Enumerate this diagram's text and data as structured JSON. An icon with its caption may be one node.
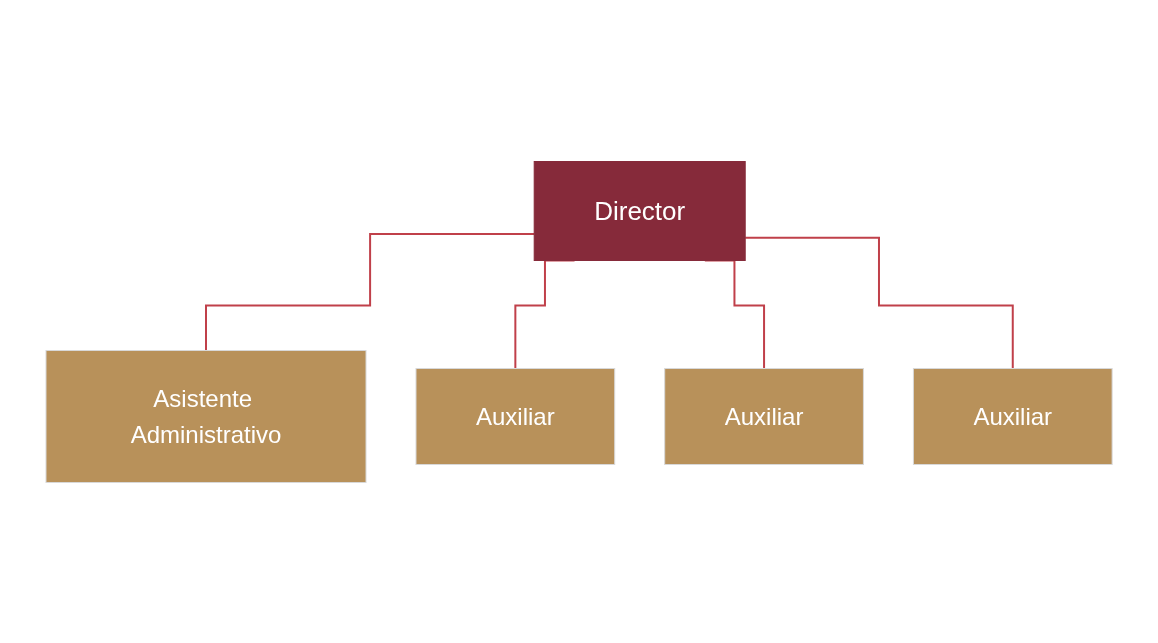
{
  "diagram": {
    "nodes": [
      {
        "text": [
          "Director"
        ]
      },
      {
        "text": [
          "Asistente Administrativo"
        ]
      },
      {
        "text": [
          "Auxiliar"
        ]
      },
      {
        "text": [
          "Auxiliar"
        ]
      },
      {
        "text": [
          "Auxiliar"
        ]
      }
    ],
    "edges": [
      {
        "from": 0,
        "to": 1,
        "arrow": "none"
      },
      {
        "from": 0,
        "to": 2,
        "arrow": "none"
      },
      {
        "from": 0,
        "to": 3,
        "arrow": "none"
      },
      {
        "from": 0,
        "to": 4,
        "arrow": "none"
      }
    ]
  }
}
